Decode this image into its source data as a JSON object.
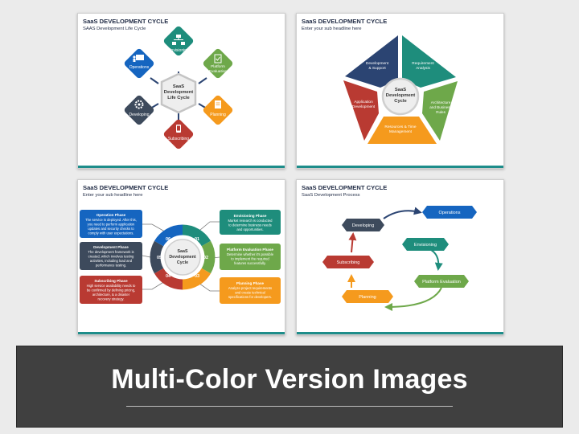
{
  "colors": {
    "navy": "#2b4472",
    "blue": "#1565c0",
    "teal": "#1e8d7c",
    "green": "#6ea84a",
    "orange": "#f59a1d",
    "red": "#b93a32",
    "slate": "#3d4a5c",
    "accent_bar": "#1e8d8a",
    "banner_bg": "#404040"
  },
  "slide1": {
    "title": "SaaS DEVELOPMENT CYCLE",
    "subtitle": "SAAS Development Life Cycle",
    "center": [
      "SaaS",
      "Development",
      "Life Cycle"
    ],
    "nodes": {
      "envisioning": {
        "label": "Envisioning",
        "icon": "org-chart-icon"
      },
      "platform": {
        "label": [
          "Platform",
          "Evaluation"
        ],
        "icon": "clipboard-check-icon"
      },
      "planning": {
        "label": "Planning",
        "icon": "document-icon"
      },
      "subscribing": {
        "label": "Subscribing",
        "icon": "hand-phone-icon"
      },
      "developing": {
        "label": "Developing",
        "icon": "gear-icon"
      },
      "operations": {
        "label": "Operations",
        "icon": "presentation-icon"
      }
    }
  },
  "slide2": {
    "title": "SaaS DEVELOPMENT CYCLE",
    "subtitle": "Enter your sub headline here",
    "center": [
      "SaaS",
      "Development",
      "Cycle"
    ],
    "segments": {
      "dev_support": [
        "Development",
        "& Support"
      ],
      "requirement": [
        "Requirement",
        "Analysis"
      ],
      "architecture": [
        "Architecture",
        "and Business",
        "Rules"
      ],
      "resources": [
        "Resources & Time",
        "Management"
      ],
      "application": [
        "Application",
        "Development"
      ]
    }
  },
  "slide3": {
    "title": "SaaS DEVELOPMENT CYCLE",
    "subtitle": "Enter your sub headline here",
    "center": [
      "SaaS",
      "Development",
      "Cycle"
    ],
    "numbers": [
      "01",
      "02",
      "03",
      "04",
      "05",
      "06"
    ],
    "boxes": {
      "operation": {
        "title": "Operation Phase",
        "lines": [
          "The service is deployed. After this,",
          "you need to perform application",
          "updates and security checks to",
          "comply with user expectations."
        ]
      },
      "development": {
        "title": "Development Phase",
        "lines": [
          "The development framework is",
          "created, which involves testing",
          "activities, including load and",
          "performance testing."
        ]
      },
      "subscribing": {
        "title": "Subscribing Phase",
        "lines": [
          "High service availability needs to",
          "be confirmed by defining pricing,",
          "architecture, & a disaster",
          "recovery strategy."
        ]
      },
      "envisioning": {
        "title": "Envisioning Phase",
        "lines": [
          "Market research is conducted",
          "to determine business needs",
          "and opportunities."
        ]
      },
      "platform": {
        "title": "Platform Evaluation Phase",
        "lines": [
          "Determine whether it's possible",
          "to implement the required",
          "features successfully."
        ]
      },
      "planning": {
        "title": "Planning Phase",
        "lines": [
          "Analyze project requirements",
          "and create technical",
          "specifications for developers."
        ]
      }
    }
  },
  "slide4": {
    "title": "SaaS DEVELOPMENT CYCLE",
    "subtitle": "SaaS Development Process",
    "steps": {
      "operations": "Operations",
      "developing": "Developing",
      "envisioning": "Envisioning",
      "subscribing": "Subscribing",
      "platform": "Platform Evaluation",
      "planning": "Planning"
    }
  },
  "banner": {
    "title": "Multi-Color Version Images"
  }
}
